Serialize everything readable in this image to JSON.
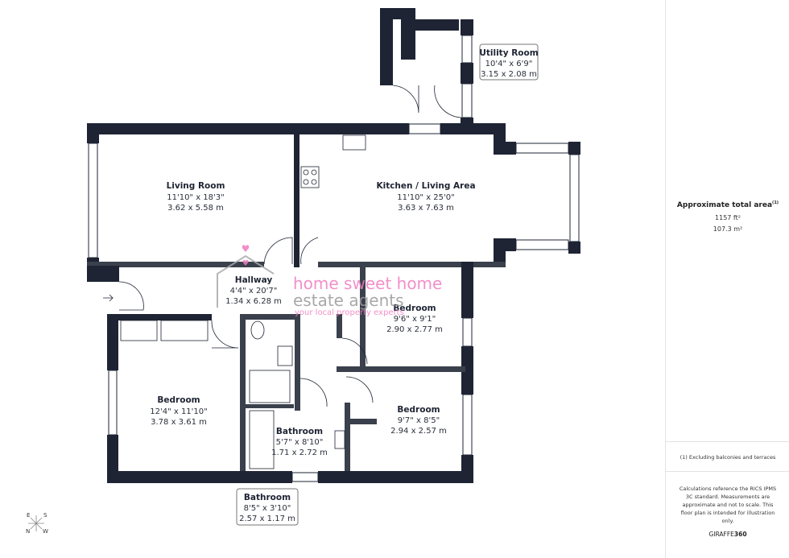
{
  "rooms": {
    "utility": {
      "name": "Utility Room",
      "imperial": "10'4\" x 6'9\"",
      "metric": "3.15 x 2.08 m"
    },
    "living": {
      "name": "Living Room",
      "imperial": "11'10\" x 18'3\"",
      "metric": "3.62 x 5.58 m"
    },
    "kitchen": {
      "name": "Kitchen / Living Area",
      "imperial": "11'10\" x 25'0\"",
      "metric": "3.63 x 7.63 m"
    },
    "hallway": {
      "name": "Hallway",
      "imperial": "4'4\" x 20'7\"",
      "metric": "1.34 x 6.28 m"
    },
    "bedroom1": {
      "name": "Bedroom",
      "imperial": "9'6\" x 9'1\"",
      "metric": "2.90 x 2.77 m"
    },
    "bedroom2": {
      "name": "Bedroom",
      "imperial": "12'4\" x 11'10\"",
      "metric": "3.78 x 3.61 m"
    },
    "bedroom3": {
      "name": "Bedroom",
      "imperial": "9'7\" x 8'5\"",
      "metric": "2.94 x 2.57 m"
    },
    "bathroom1": {
      "name": "Bathroom",
      "imperial": "5'7\" x 8'10\"",
      "metric": "1.71 x 2.72 m"
    },
    "bathroom2": {
      "name": "Bathroom",
      "imperial": "8'5\" x 3'10\"",
      "metric": "2.57 x 1.17 m"
    }
  },
  "watermark": {
    "line1": "home sweet home",
    "line2": "estate agents",
    "line3": "your local property experts",
    "pink": "#f07cc0",
    "grey": "#9a9a9a"
  },
  "compass": {
    "e": "E",
    "s": "S",
    "n": "N",
    "w": "W"
  },
  "panel": {
    "area_title": "Approximate total area",
    "area_note_mark": "(1)",
    "area_ft": "1157 ft²",
    "area_m": "107.3 m²",
    "footnote": "(1) Excluding balconies and terraces",
    "disclaimer": "Calculations reference the RICS IPMS 3C standard. Measurements are approximate and not to scale. This floor plan is intended for illustration only.",
    "brand": "GIRAFFE",
    "brand_bold": "360"
  },
  "colors": {
    "wall": "#1e2433"
  }
}
